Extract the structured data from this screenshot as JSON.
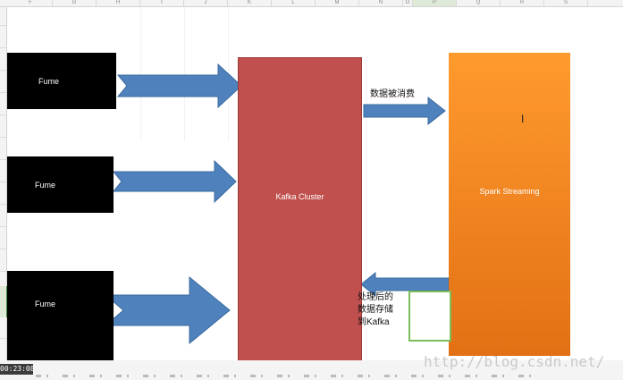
{
  "spreadsheet": {
    "columns": [
      "F",
      "G",
      "H",
      "I",
      "J",
      "K",
      "L",
      "M",
      "N",
      "O",
      "P",
      "Q",
      "R",
      "S"
    ],
    "selected_column": "P"
  },
  "diagram": {
    "flume_top": "Fume",
    "flume_mid": "Fume",
    "flume_bottom": "Fume",
    "kafka": "Kafka Cluster",
    "spark": "Spark Streaming",
    "consume_label": "数据被消费",
    "writeback_line1": "处理后的",
    "writeback_line2": "数据存储",
    "writeback_line3": "到Kafka",
    "colors": {
      "kafka": "#c0504d",
      "spark": "#ff9a2e",
      "arrow": "#4f81bd",
      "flume": "#000000"
    }
  },
  "video": {
    "timestamp": "00:23:08"
  },
  "watermark": "http://blog.csdn.net/"
}
